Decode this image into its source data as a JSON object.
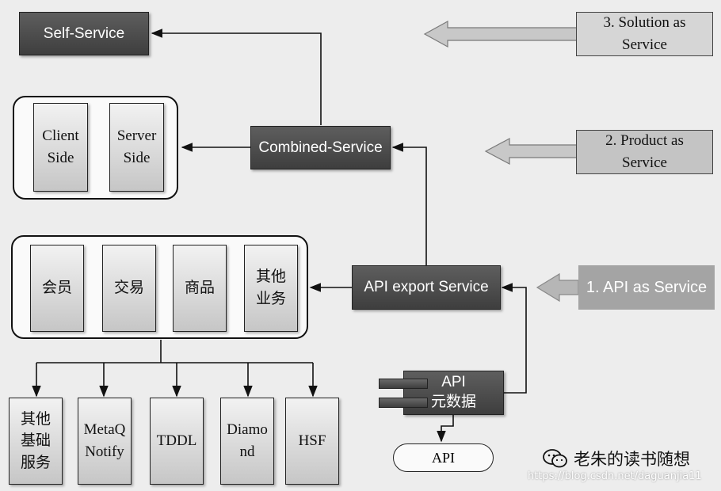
{
  "nodes": {
    "self_service": "Self-Service",
    "combined_service": "Combined-Service",
    "api_export_service": "API export Service",
    "client_side": [
      "Client",
      "Side"
    ],
    "server_side": [
      "Server",
      "Side"
    ],
    "business": {
      "member": "会员",
      "trade": "交易",
      "goods": "商品",
      "other": [
        "其他",
        "业务"
      ]
    },
    "infra": {
      "other_base": [
        "其他",
        "基础",
        "服务"
      ],
      "metaq": [
        "MetaQ",
        "Notify"
      ],
      "tddl": "TDDL",
      "diamond": [
        "Diamo",
        "nd"
      ],
      "hsf": "HSF"
    },
    "api_meta": [
      "API",
      "元数据"
    ],
    "api": "API"
  },
  "levels": {
    "solution": [
      "3. Solution as",
      "Service"
    ],
    "product": [
      "2. Product as",
      "Service"
    ],
    "api": "1. API as Service"
  },
  "watermark": {
    "icon": "wechat-icon",
    "name": "老朱的读书随想",
    "url": "https://blog.csdn.net/daguanjia11"
  },
  "colors": {
    "dark_node": "#4a4a4a",
    "light_node": "#d9d9d9",
    "arrow_hollow": "#c8c8c8",
    "api_level_box": "#a4a4a4"
  }
}
